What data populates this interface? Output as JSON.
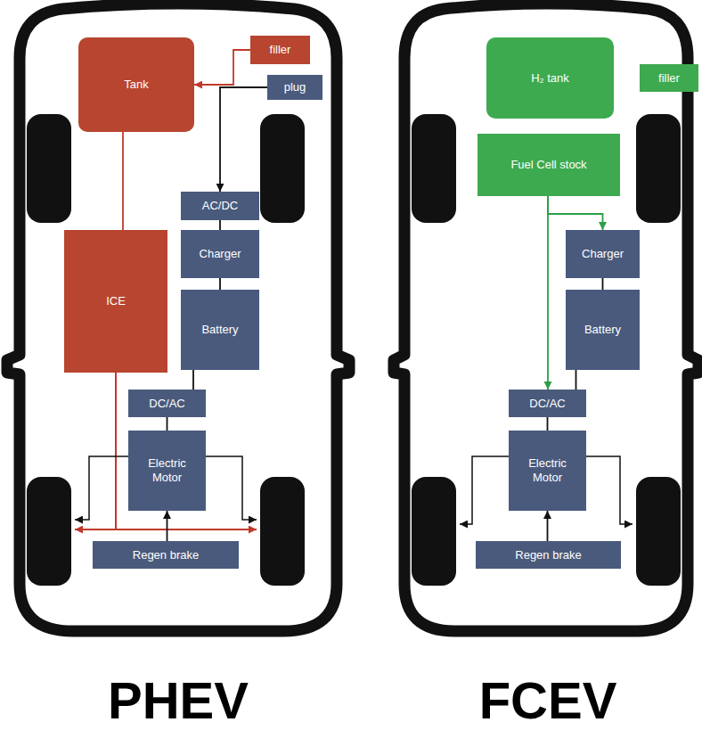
{
  "diagram": {
    "nodes": [
      {
        "text": [
          "Tank"
        ]
      },
      {
        "text": [
          "filler"
        ]
      },
      {
        "text": [
          "plug"
        ]
      },
      {
        "text": [
          "AC/DC"
        ]
      },
      {
        "text": [
          "Charger"
        ]
      },
      {
        "text": [
          "Battery"
        ]
      },
      {
        "text": [
          "ICE"
        ]
      },
      {
        "text": [
          "DC/AC"
        ]
      },
      {
        "text": [
          "Electric Motor"
        ]
      },
      {
        "text": [
          "Regen brake"
        ]
      },
      {
        "text": [
          "H₂ tank"
        ]
      },
      {
        "text": [
          "filler"
        ]
      },
      {
        "text": [
          "Fuel Cell stock"
        ]
      },
      {
        "text": [
          "Charger"
        ]
      },
      {
        "text": [
          "Battery"
        ]
      },
      {
        "text": [
          "DC/AC"
        ]
      },
      {
        "text": [
          "Electric Motor"
        ]
      },
      {
        "text": [
          "Regen brake"
        ]
      }
    ],
    "edges": [
      {
        "from": 1,
        "to": 0,
        "arrow": "to"
      },
      {
        "from": 2,
        "to": 3,
        "arrow": "to"
      },
      {
        "from": 3,
        "to": 4,
        "arrow": "none"
      },
      {
        "from": 4,
        "to": 5,
        "arrow": "none"
      },
      {
        "from": 5,
        "to": 7,
        "arrow": "none"
      },
      {
        "from": 7,
        "to": 8,
        "arrow": "none"
      },
      {
        "from": 0,
        "to": 6,
        "arrow": "none"
      },
      {
        "from": 9,
        "to": 8,
        "arrow": "to"
      },
      {
        "from": 12,
        "to": 13,
        "arrow": "to"
      },
      {
        "from": 12,
        "to": 15,
        "arrow": "to"
      },
      {
        "from": 13,
        "to": 14,
        "arrow": "none"
      },
      {
        "from": 14,
        "to": 15,
        "arrow": "none"
      },
      {
        "from": 15,
        "to": 16,
        "arrow": "none"
      },
      {
        "from": 17,
        "to": 16,
        "arrow": "to"
      }
    ],
    "labels": [
      "PHEV",
      "FCEV"
    ]
  }
}
